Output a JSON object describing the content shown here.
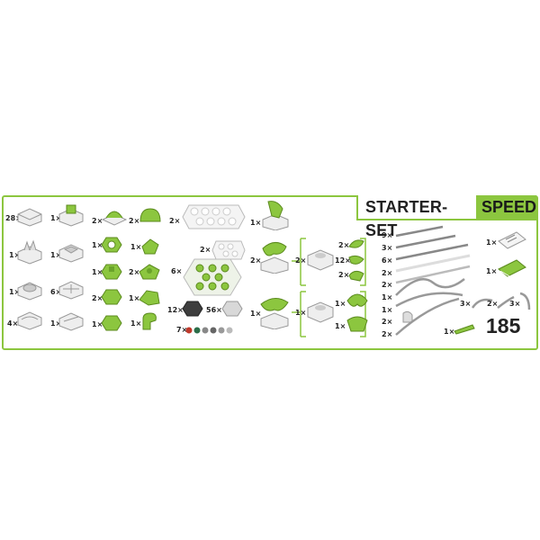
{
  "title": {
    "part1": "STARTER-SET",
    "part2": "SPEED"
  },
  "total": "185",
  "colors": {
    "accent": "#8cc63f",
    "part_gray": "#d8d8d8",
    "part_dark": "#3d3d3d"
  },
  "col1": [
    "28×",
    "1×",
    "1×",
    "4×"
  ],
  "col2": [
    "1×",
    "1×",
    "6×",
    "1×"
  ],
  "col3": [
    "2×",
    "1×",
    "1×",
    "2×",
    "1×"
  ],
  "col4": [
    "2×",
    "1×",
    "2×",
    "1×",
    "1×"
  ],
  "plates": [
    "2×",
    "2×",
    "6×"
  ],
  "bases": [
    "12×",
    "56×"
  ],
  "marbles": "7×",
  "tower1": "1×",
  "tower2": "2×",
  "tower3": "1×",
  "sub1_group": "2×",
  "sub1": [
    "2×",
    "12×",
    "2×"
  ],
  "sub2_group": "1×",
  "sub2": [
    "1×",
    "1×"
  ],
  "rails": [
    "9×",
    "3×",
    "6×",
    "2×",
    "2×",
    "1×",
    "1×",
    "2×",
    "2×"
  ],
  "curves": [
    "3×",
    "2×",
    "3×"
  ],
  "lever": "1×",
  "cards": [
    "1×",
    "1×"
  ]
}
